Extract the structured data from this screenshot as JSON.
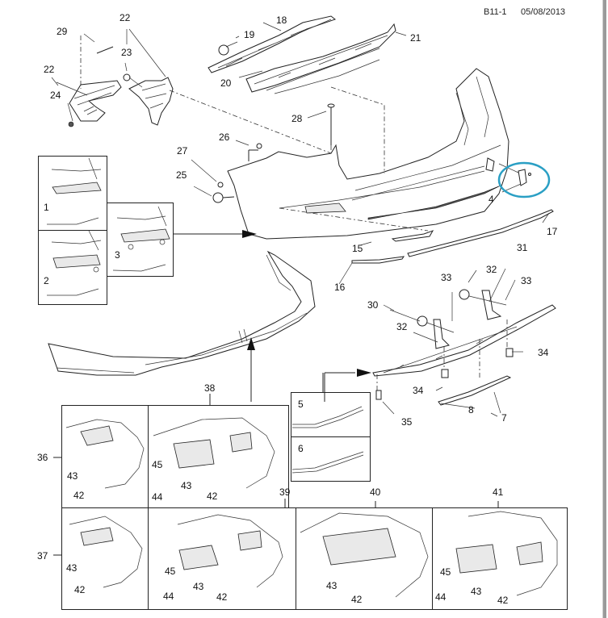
{
  "header": {
    "section_code": "B11-1",
    "date": "05/08/2013"
  },
  "highlight": {
    "part_number": "4",
    "ring_color": "#2a9fc4"
  },
  "callouts": {
    "p29": "29",
    "p22a": "22",
    "p23": "23",
    "p22b": "22",
    "p24": "24",
    "p18": "18",
    "p19": "19",
    "p20": "20",
    "p21": "21",
    "p28": "28",
    "p26": "26",
    "p27": "27",
    "p25": "25",
    "p4": "4",
    "p17": "17",
    "p15": "15",
    "p16": "16",
    "p31": "31",
    "p32a": "32",
    "p33a": "33",
    "p30": "30",
    "p33b": "33",
    "p32b": "32",
    "p34a": "34",
    "p34b": "34",
    "p35": "35",
    "p8": "8",
    "p7": "7",
    "p38": "38",
    "p36": "36",
    "p37": "37",
    "p39": "39",
    "p40": "40",
    "p41": "41"
  },
  "inset_boxes": {
    "fog_lamp": [
      {
        "id": "1",
        "label": "1"
      },
      {
        "id": "2",
        "label": "2"
      },
      {
        "id": "3",
        "label": "3"
      }
    ],
    "trim_strip": [
      {
        "id": "5",
        "label": "5"
      },
      {
        "id": "6",
        "label": "6"
      }
    ]
  },
  "variant_boxes": {
    "v36": {
      "n43": "43",
      "n42": "42"
    },
    "v38": {
      "n45": "45",
      "n44": "44",
      "n43": "43",
      "n42": "42"
    },
    "v37": {
      "n43": "43",
      "n42": "42"
    },
    "v39": {
      "n45": "45",
      "n44": "44",
      "n43": "43",
      "n42": "42"
    },
    "v40": {
      "n43": "43",
      "n42": "42"
    },
    "v41": {
      "n45": "45",
      "n44": "44",
      "n43": "43",
      "n42": "42"
    }
  }
}
